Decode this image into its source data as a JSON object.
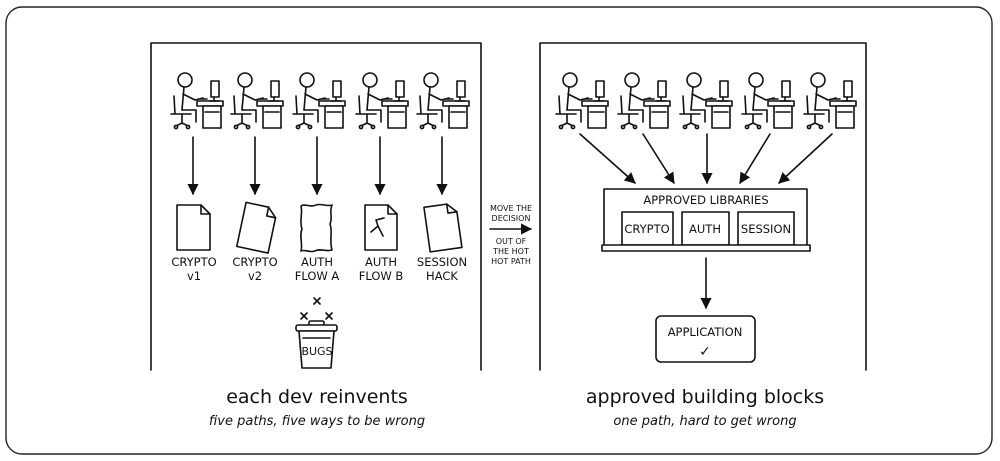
{
  "left_panel": {
    "documents": [
      {
        "line1": "CRYPTO",
        "line2": "v1"
      },
      {
        "line1": "CRYPTO",
        "line2": "v2"
      },
      {
        "line1": "AUTH",
        "line2": "FLOW A"
      },
      {
        "line1": "AUTH",
        "line2": "FLOW B"
      },
      {
        "line1": "SESSION",
        "line2": "HACK"
      }
    ],
    "bin_label": "BUGS",
    "caption_main": "each dev reinvents",
    "caption_sub": "five paths, five ways to be wrong"
  },
  "transition": {
    "line1": "MOVE THE",
    "line2": "DECISION",
    "line3": "OUT OF",
    "line4": "THE HOT",
    "line5": "HOT PATH"
  },
  "right_panel": {
    "library_title": "APPROVED LIBRARIES",
    "modules": [
      "CRYPTO",
      "AUTH",
      "SESSION"
    ],
    "application_label": "APPLICATION",
    "checkmark": "✓",
    "caption_main": "approved building blocks",
    "caption_sub": "one path, hard to get wrong"
  },
  "icons": {
    "developer": "person-at-desk-icon",
    "document": "document-icon",
    "bin": "trash-bin-icon"
  }
}
